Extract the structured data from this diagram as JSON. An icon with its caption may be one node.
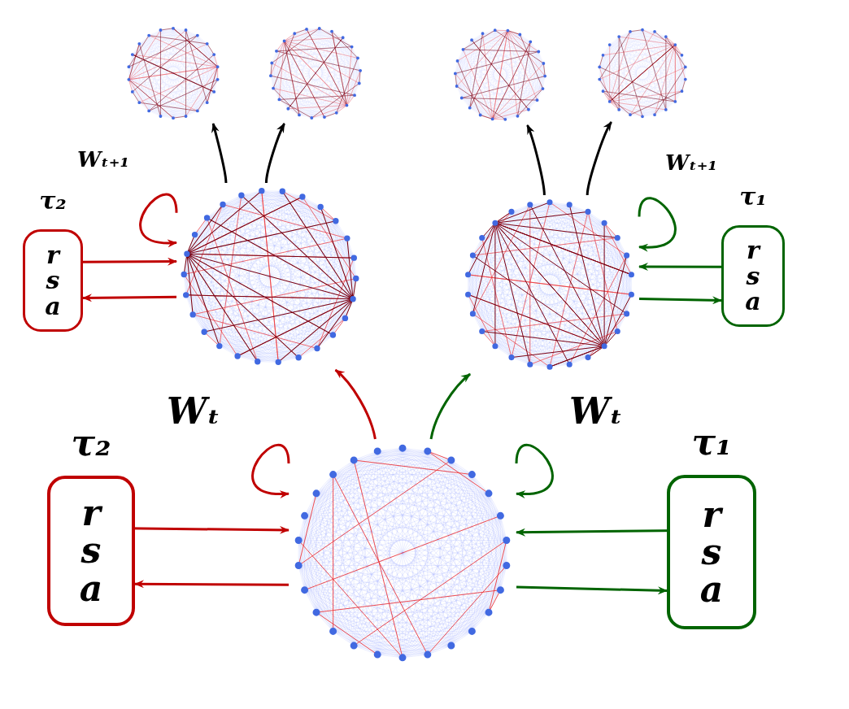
{
  "diagram": {
    "nodes": [
      {
        "text": [],
        "shape": "circle"
      },
      {
        "text": [],
        "shape": "circle"
      },
      {
        "text": [],
        "shape": "circle"
      },
      {
        "text": [],
        "shape": "circle"
      },
      {
        "text": [
          "τ₂",
          "r s a"
        ]
      },
      {
        "text": [],
        "shape": "circle"
      },
      {
        "text": [],
        "shape": "circle"
      },
      {
        "text": [
          "τ₁",
          "r s a"
        ]
      },
      {
        "text": [
          "τ₂",
          "r s a"
        ]
      },
      {
        "text": [],
        "shape": "circle"
      },
      {
        "text": [
          "τ₁",
          "r s a"
        ]
      }
    ],
    "edges": [
      {
        "from": 9,
        "to": 9,
        "arrow": "to",
        "label": "Wₜ",
        "color": "#c00000"
      },
      {
        "from": 9,
        "to": 9,
        "arrow": "to",
        "label": "Wₜ",
        "color": "#006400"
      },
      {
        "from": 8,
        "to": 9,
        "arrow": "to",
        "color": "#c00000"
      },
      {
        "from": 9,
        "to": 8,
        "arrow": "to",
        "color": "#c00000"
      },
      {
        "from": 10,
        "to": 9,
        "arrow": "to",
        "color": "#006400"
      },
      {
        "from": 9,
        "to": 10,
        "arrow": "to",
        "color": "#006400"
      },
      {
        "from": 9,
        "to": 5,
        "arrow": "to",
        "color": "#c00000"
      },
      {
        "from": 9,
        "to": 6,
        "arrow": "to",
        "color": "#006400"
      },
      {
        "from": 5,
        "to": 5,
        "arrow": "to",
        "label": "Wₜ₊₁",
        "color": "#c00000"
      },
      {
        "from": 4,
        "to": 5,
        "arrow": "to",
        "color": "#c00000"
      },
      {
        "from": 5,
        "to": 4,
        "arrow": "to",
        "color": "#c00000"
      },
      {
        "from": 6,
        "to": 6,
        "arrow": "to",
        "label": "Wₜ₊₁",
        "color": "#006400"
      },
      {
        "from": 7,
        "to": 6,
        "arrow": "to",
        "color": "#006400"
      },
      {
        "from": 6,
        "to": 7,
        "arrow": "to",
        "color": "#006400"
      },
      {
        "from": 5,
        "to": 0,
        "arrow": "to",
        "color": "#000000"
      },
      {
        "from": 5,
        "to": 1,
        "arrow": "to",
        "color": "#000000"
      },
      {
        "from": 6,
        "to": 2,
        "arrow": "to",
        "color": "#000000"
      },
      {
        "from": 6,
        "to": 3,
        "arrow": "to",
        "color": "#000000"
      }
    ]
  }
}
